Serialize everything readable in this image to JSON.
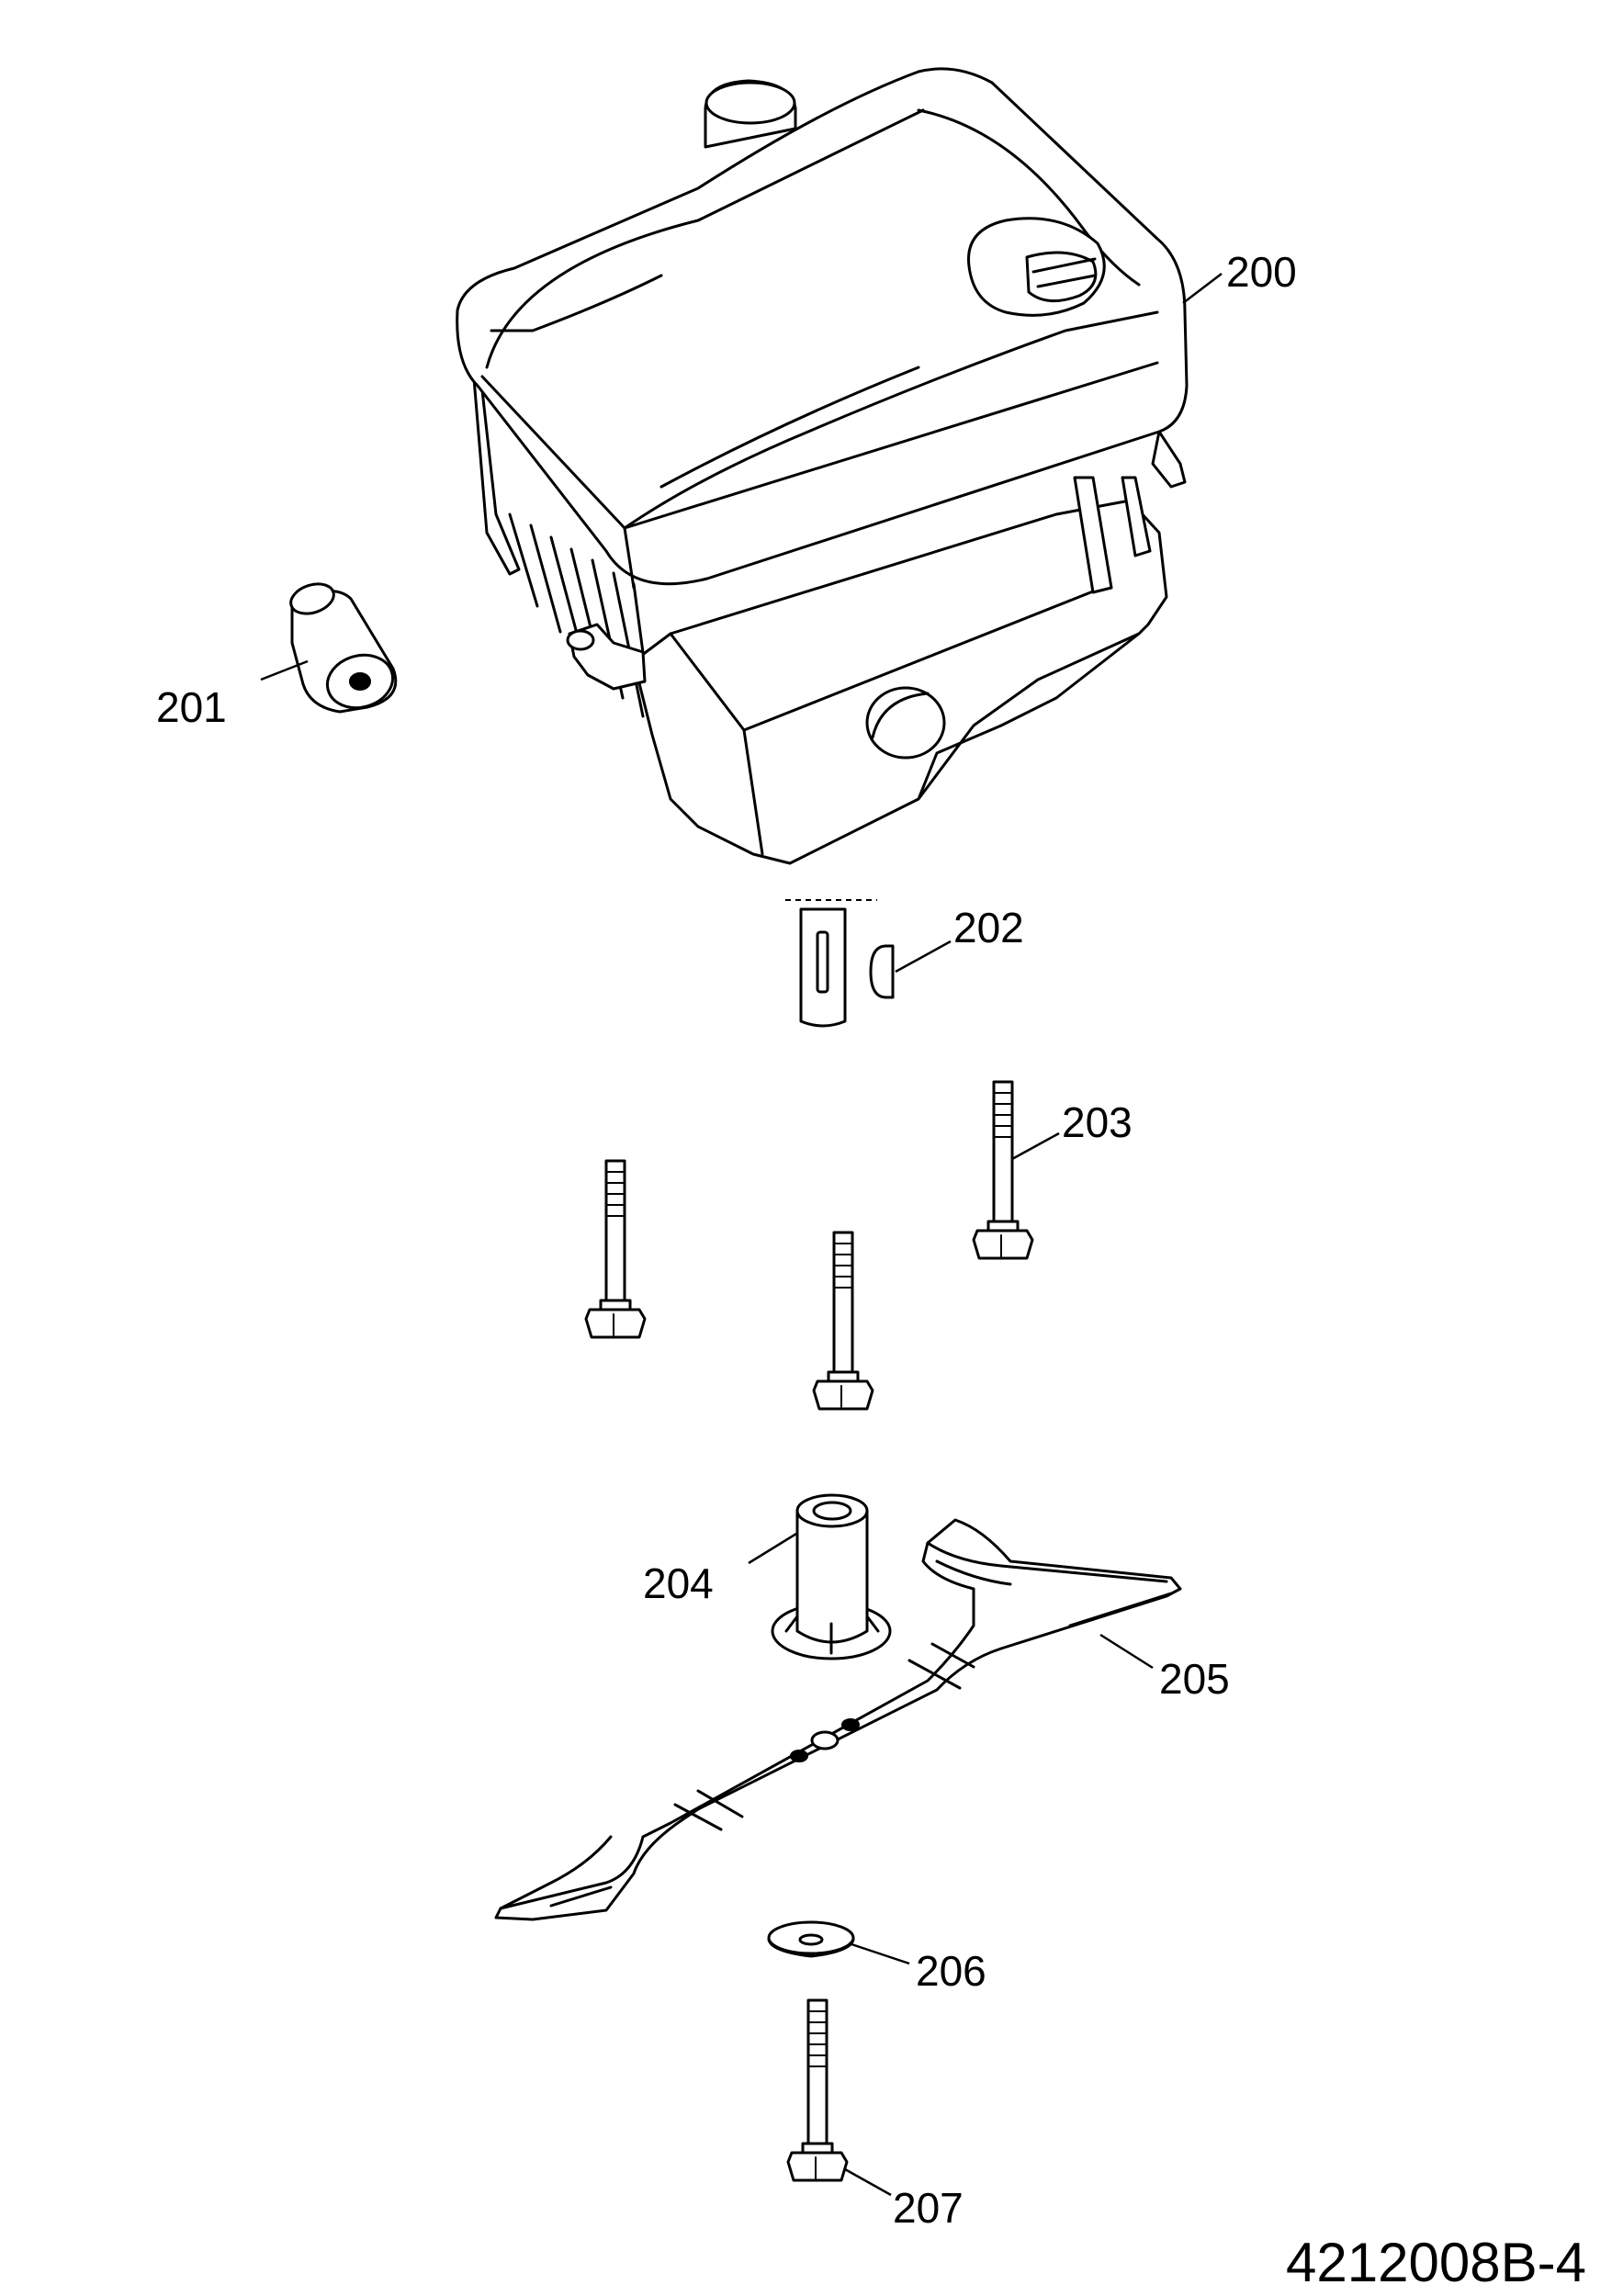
{
  "callouts": {
    "p200": "200",
    "p201": "201",
    "p202": "202",
    "p203": "203",
    "p204": "204",
    "p205": "205",
    "p206": "206",
    "p207": "207"
  },
  "drawing_number": "4212008B-4"
}
